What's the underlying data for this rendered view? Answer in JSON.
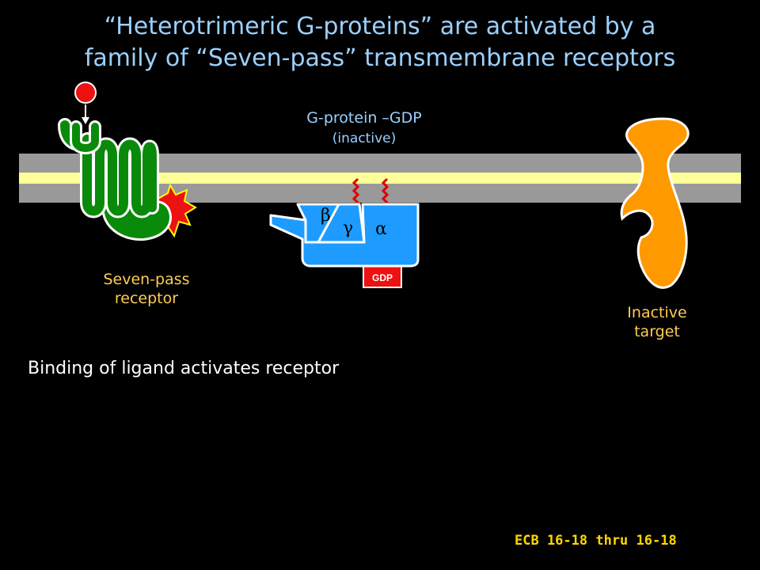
{
  "title": {
    "line1": "“Heterotrimeric G-proteins” are activated by a",
    "line2": "family of “Seven-pass” transmembrane receptors"
  },
  "labels": {
    "gprotein": "G-protein –GDP",
    "gprotein_state": "(inactive)",
    "receptor": [
      "Seven-pass",
      "receptor"
    ],
    "target": [
      "Inactive",
      "target"
    ],
    "beta": "β",
    "gamma": "γ",
    "alpha": "α",
    "gdp": "GDP"
  },
  "caption": "Binding of ligand activates receptor",
  "credit": "ECB 16-18 thru 16-18",
  "colors": {
    "background": "#000000",
    "title": "#9ad0ff",
    "membrane_gray": "#999999",
    "membrane_yellow": "#ffff99",
    "receptor": "#0a8a0a",
    "ligand": "#ee1111",
    "gprotein": "#1e9bff",
    "tether": "#dd0000",
    "gdp": "#ee1111",
    "target": "#ff9900",
    "label": "#ffcc55"
  }
}
